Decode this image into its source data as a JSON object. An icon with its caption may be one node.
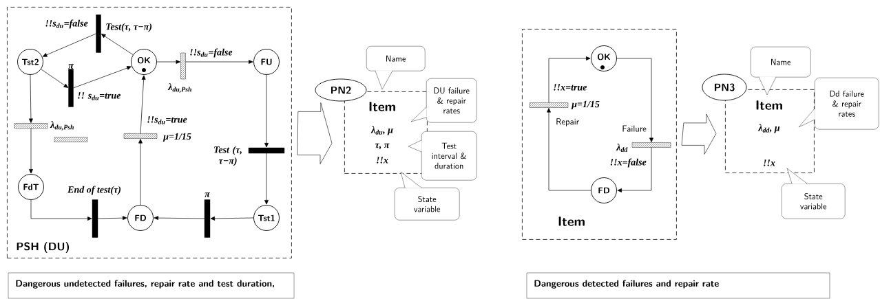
{
  "diagram": {
    "nodes": [
      {
        "text": [
          "PSH (DU)"
        ]
      },
      {
        "text": [
          "Tst2"
        ],
        "in": 0
      },
      {
        "text": [
          "OK"
        ],
        "in": 0
      },
      {
        "text": [
          "FU"
        ],
        "in": 0
      },
      {
        "text": [
          "FdT"
        ],
        "in": 0
      },
      {
        "text": [
          "FD"
        ],
        "in": 0
      },
      {
        "text": [
          "Tst1"
        ],
        "in": 0
      },
      {
        "text": [],
        "shape": "bar",
        "in": 0,
        "beside": [
          "!!s$_{du}$=false",
          "Test(τ, τ−π)"
        ]
      },
      {
        "text": [],
        "shape": "bar",
        "in": 0,
        "beside": [
          "π",
          "!! s$_{du}$=true"
        ]
      },
      {
        "text": [],
        "shape": "bar",
        "in": 0,
        "beside": [
          "!!s$_{du}$=false",
          "λ$_{du,Psh}$"
        ]
      },
      {
        "text": [],
        "shape": "bar",
        "in": 0,
        "beside": [
          "λ$_{du,Psh}$"
        ]
      },
      {
        "text": [],
        "shape": "bar",
        "in": 0
      },
      {
        "text": [],
        "shape": "bar",
        "in": 0,
        "beside": [
          "!!s$_{du}$=true",
          "μ=1/15"
        ]
      },
      {
        "text": [],
        "shape": "bar",
        "in": 0,
        "beside": [
          "Test (τ, τ−π)"
        ]
      },
      {
        "text": [],
        "shape": "bar",
        "in": 0,
        "beside": [
          "End of test(τ)"
        ]
      },
      {
        "text": [],
        "shape": "bar",
        "in": 0,
        "beside": [
          "π"
        ]
      },
      {
        "text": [
          "Item",
          "λ$_{du}$, μ",
          "τ, π",
          "!!x"
        ]
      },
      {
        "text": [
          "PN2"
        ]
      },
      {
        "text": [
          "Name"
        ]
      },
      {
        "text": [
          "DU failure & repair rates"
        ]
      },
      {
        "text": [
          "Test interval & duration"
        ]
      },
      {
        "text": [
          "State variable"
        ]
      },
      {
        "text": [
          "Item"
        ]
      },
      {
        "text": [
          "OK"
        ],
        "in": 22
      },
      {
        "text": [
          "FD"
        ],
        "in": 22
      },
      {
        "text": [],
        "shape": "bar",
        "in": 22,
        "beside": [
          "!!x=true",
          "μ=1/15",
          "Repair"
        ]
      },
      {
        "text": [],
        "shape": "bar",
        "in": 22,
        "beside": [
          "Failure",
          "λ$_{dd}$",
          "!!x=false"
        ]
      },
      {
        "text": [
          "Item",
          "λ$_{dd}$, μ",
          "!!x"
        ]
      },
      {
        "text": [
          "PN3"
        ]
      },
      {
        "text": [
          "Name"
        ]
      },
      {
        "text": [
          "Dd failure & repair rates"
        ]
      },
      {
        "text": [
          "State variable"
        ]
      },
      {
        "text": [
          "Dangerous undetected failures, repair rate and test duration,"
        ]
      },
      {
        "text": [
          "Dangerous detected failures and repair rate"
        ]
      }
    ],
    "edges": [
      {
        "from": 2,
        "to": 7,
        "arrow": "to"
      },
      {
        "from": 7,
        "to": 1,
        "arrow": "to"
      },
      {
        "from": 1,
        "to": 8,
        "arrow": "to"
      },
      {
        "from": 8,
        "to": 2,
        "arrow": "to"
      },
      {
        "from": 2,
        "to": 9,
        "arrow": "to"
      },
      {
        "from": 9,
        "to": 3,
        "arrow": "to"
      },
      {
        "from": 1,
        "to": 10,
        "arrow": "to"
      },
      {
        "from": 10,
        "to": 4,
        "arrow": "to"
      },
      {
        "from": 4,
        "to": 14,
        "arrow": "to"
      },
      {
        "from": 14,
        "to": 5,
        "arrow": "to"
      },
      {
        "from": 5,
        "to": 12,
        "arrow": "to"
      },
      {
        "from": 12,
        "to": 2,
        "arrow": "to"
      },
      {
        "from": 3,
        "to": 13,
        "arrow": "to"
      },
      {
        "from": 13,
        "to": 6,
        "arrow": "to"
      },
      {
        "from": 6,
        "to": 15,
        "arrow": "to"
      },
      {
        "from": 15,
        "to": 5,
        "arrow": "to"
      },
      {
        "from": 0,
        "to": 16,
        "arrow": "to"
      },
      {
        "from": 23,
        "to": 26,
        "arrow": "to"
      },
      {
        "from": 26,
        "to": 24,
        "arrow": "to"
      },
      {
        "from": 24,
        "to": 25,
        "arrow": "to"
      },
      {
        "from": 25,
        "to": 23,
        "arrow": "to"
      },
      {
        "from": 22,
        "to": 27,
        "arrow": "to"
      }
    ]
  }
}
